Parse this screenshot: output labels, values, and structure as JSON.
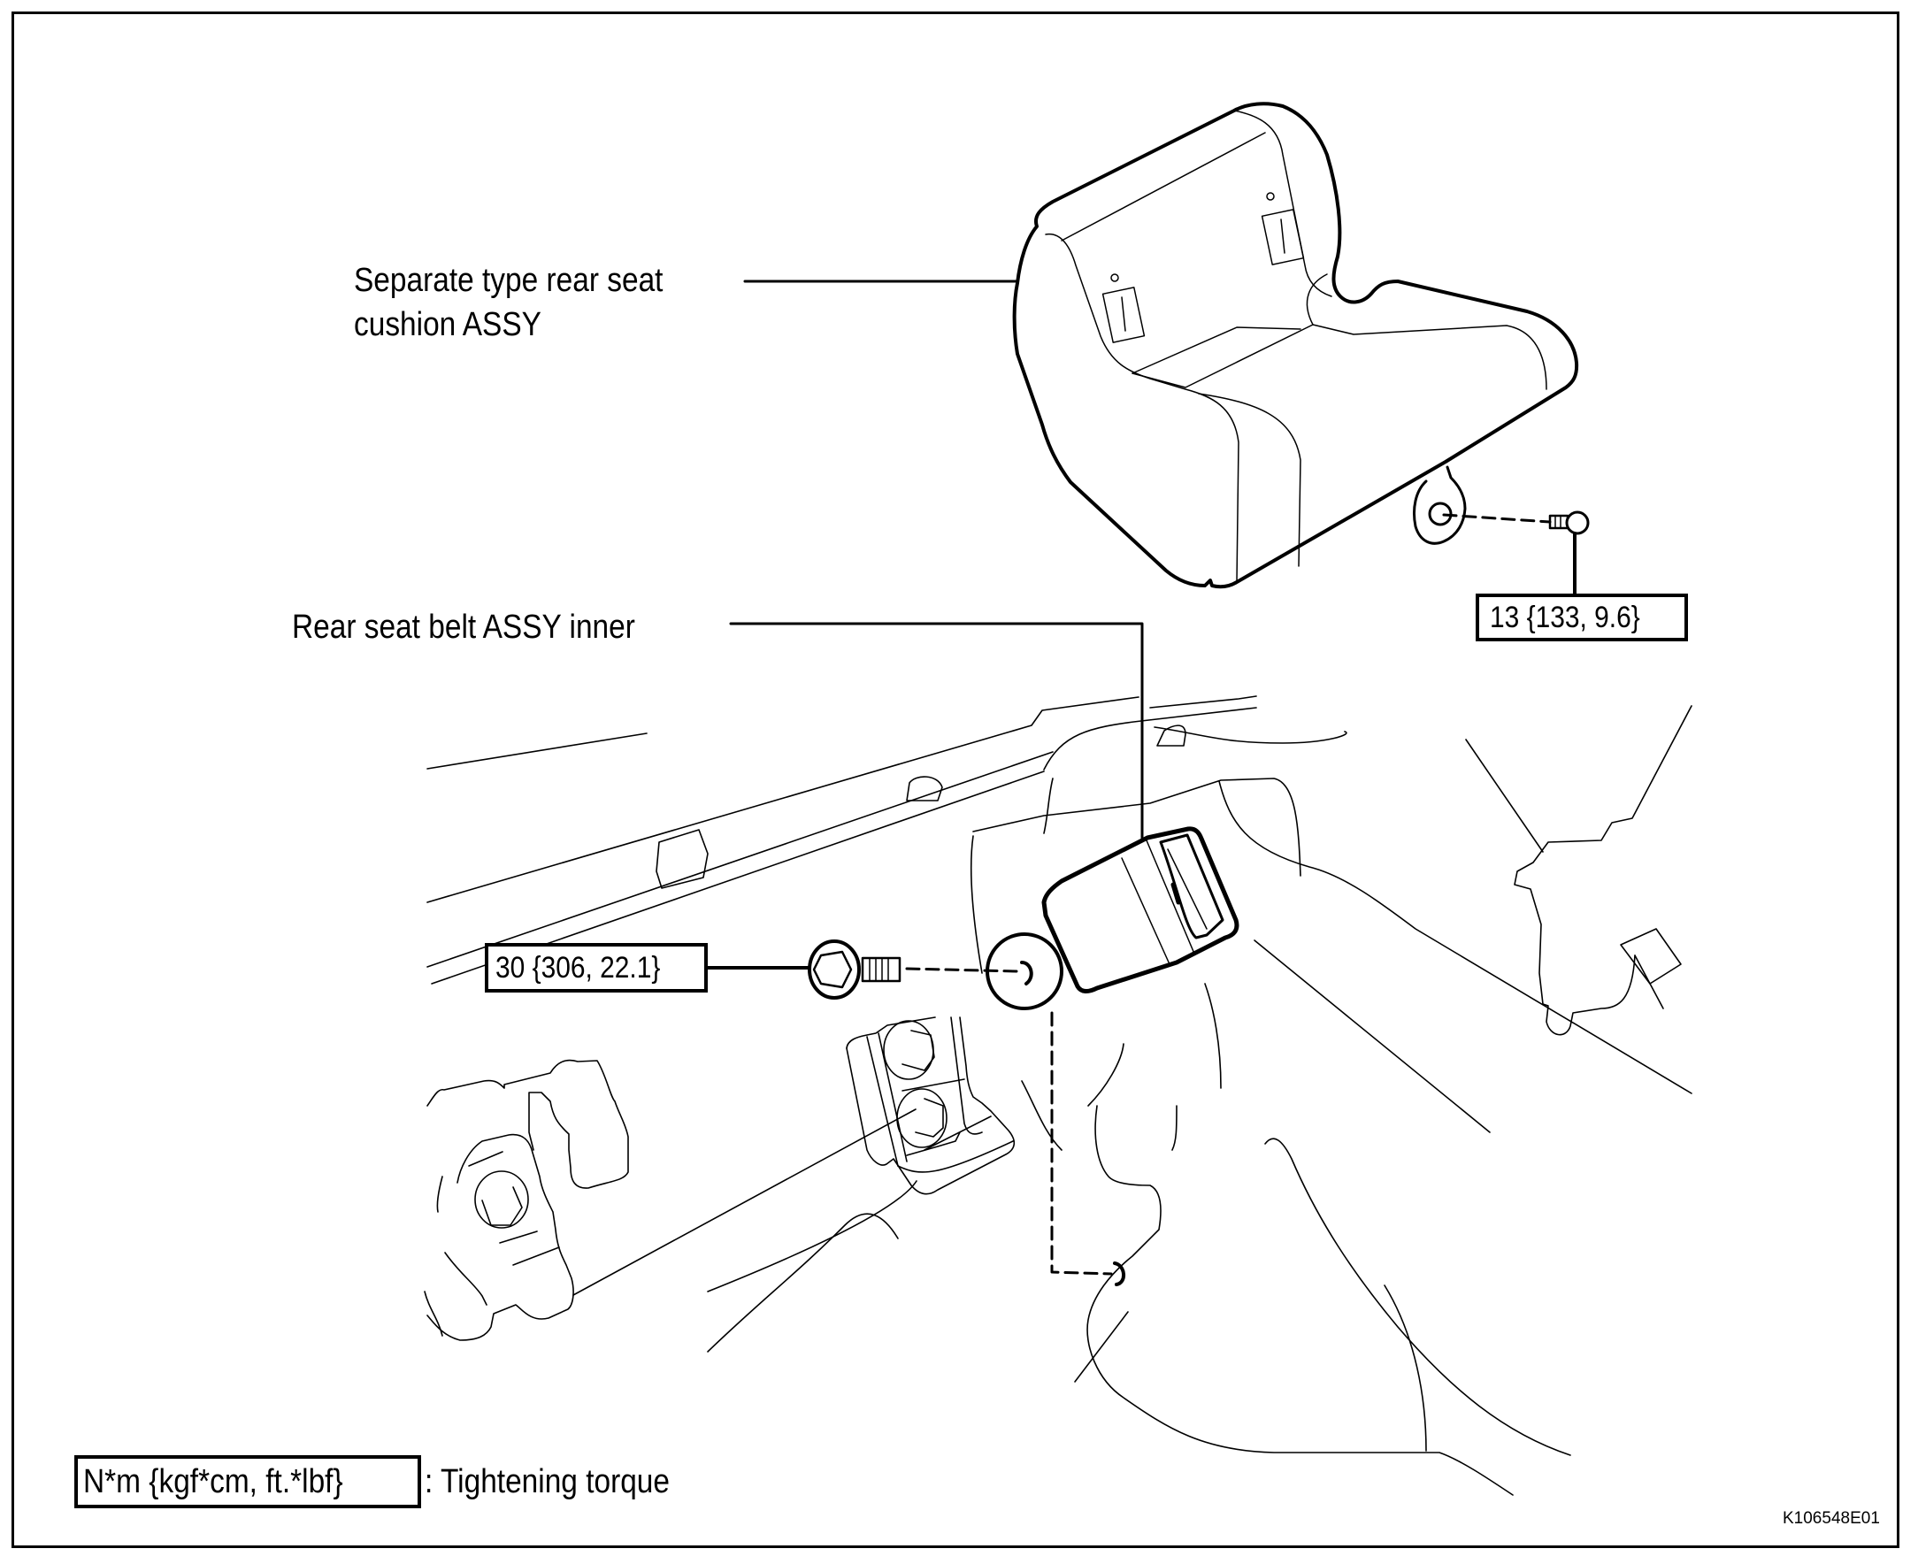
{
  "labels": {
    "seat_cushion_line1": "Separate type rear seat",
    "seat_cushion_line2": "cushion ASSY",
    "seat_belt": "Rear seat belt ASSY inner"
  },
  "torques": [
    {
      "id": "seat-cushion-bolt",
      "value": "13 {133, 9.6}"
    },
    {
      "id": "seat-belt-bolt",
      "value": "30 {306, 22.1}"
    }
  ],
  "legend": {
    "units": "N*m  {kgf*cm, ft.*lbf}",
    "description": ": Tightening  torque"
  },
  "figure_id": "K106548E01",
  "icons": {
    "seat_cushion": "seat-cushion-illustration",
    "bolt": "hex-bolt",
    "buckle": "seat-belt-buckle"
  }
}
